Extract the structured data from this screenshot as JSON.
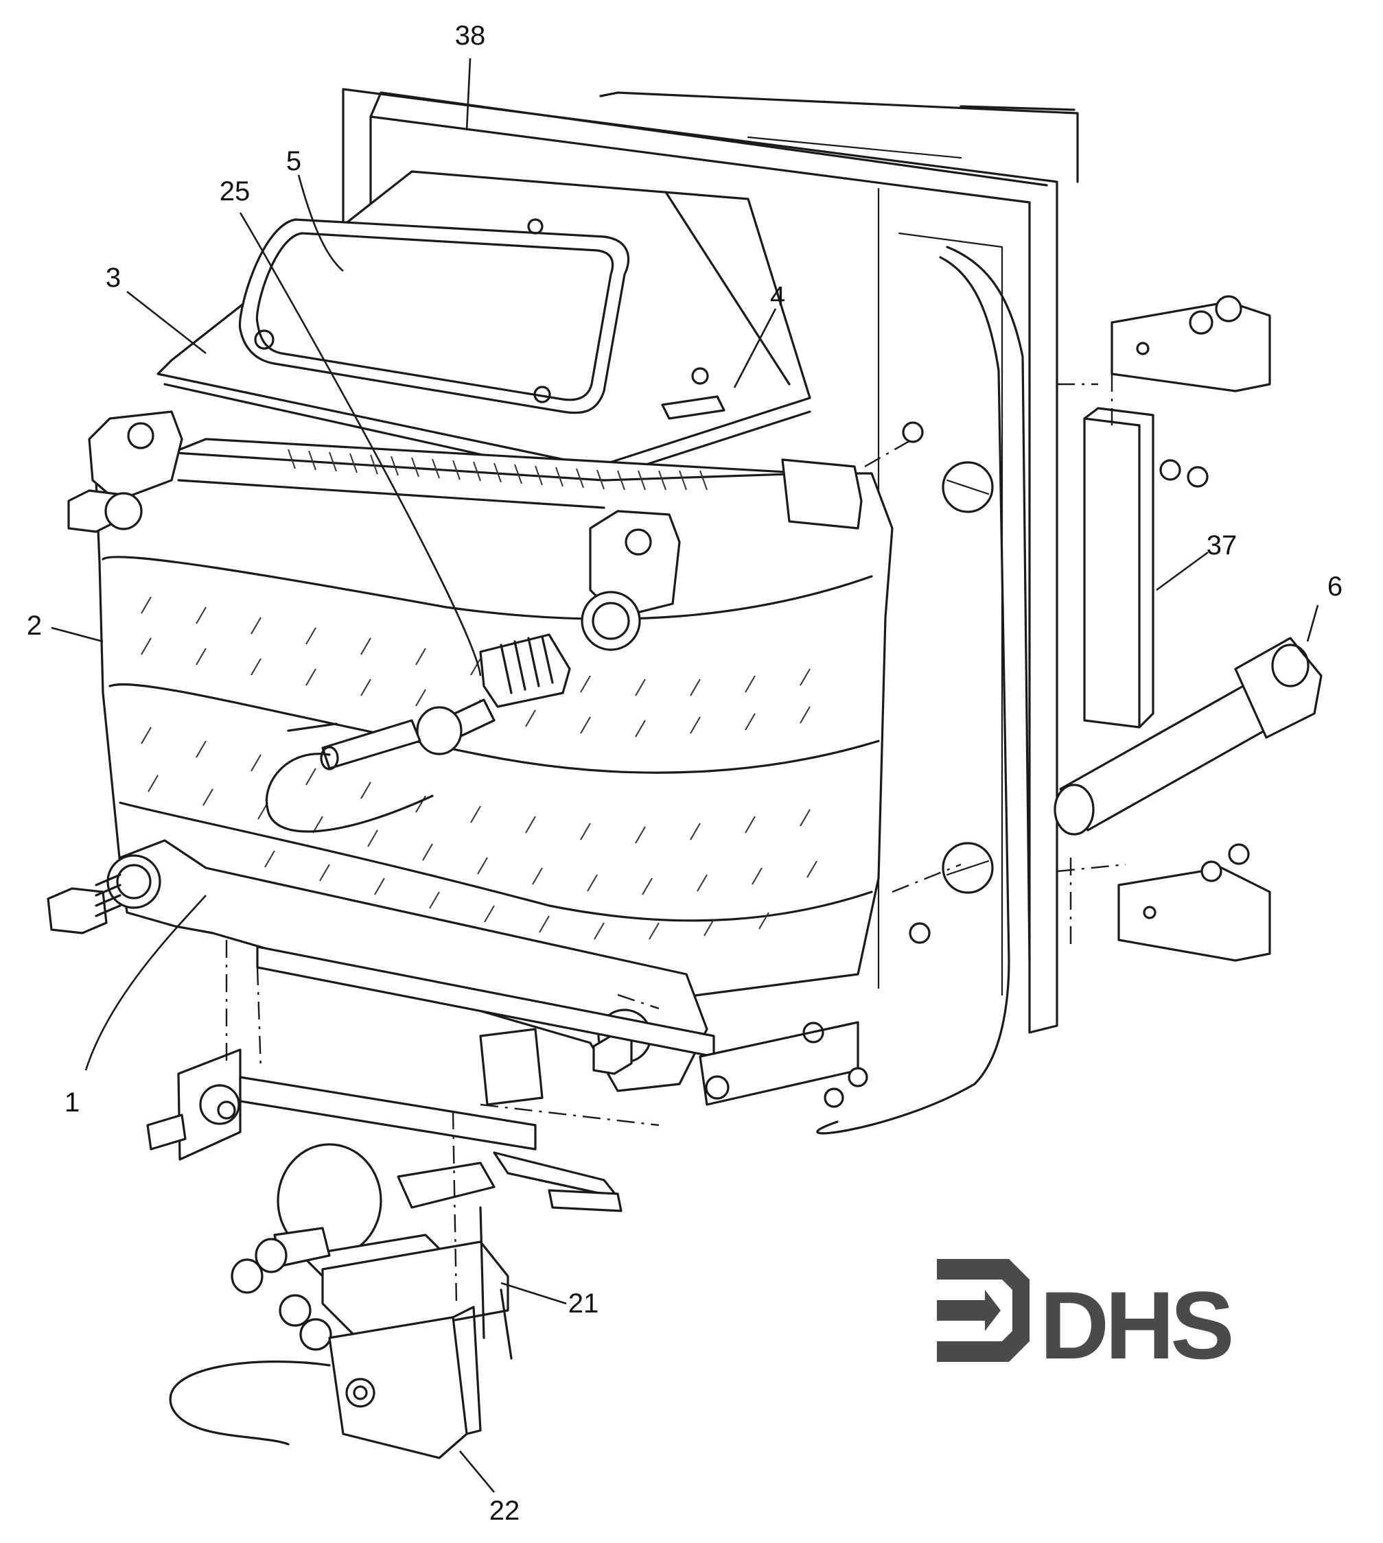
{
  "diagram": {
    "callouts": [
      {
        "id": "38",
        "text": "38"
      },
      {
        "id": "25",
        "text": "25"
      },
      {
        "id": "5",
        "text": "5"
      },
      {
        "id": "3",
        "text": "3"
      },
      {
        "id": "4",
        "text": "4"
      },
      {
        "id": "37",
        "text": "37"
      },
      {
        "id": "2",
        "text": "2"
      },
      {
        "id": "6",
        "text": "6"
      },
      {
        "id": "1",
        "text": "1"
      },
      {
        "id": "21",
        "text": "21"
      },
      {
        "id": "22",
        "text": "22"
      }
    ],
    "logo": {
      "text": "DHS",
      "color": "#4a4a4a"
    }
  }
}
